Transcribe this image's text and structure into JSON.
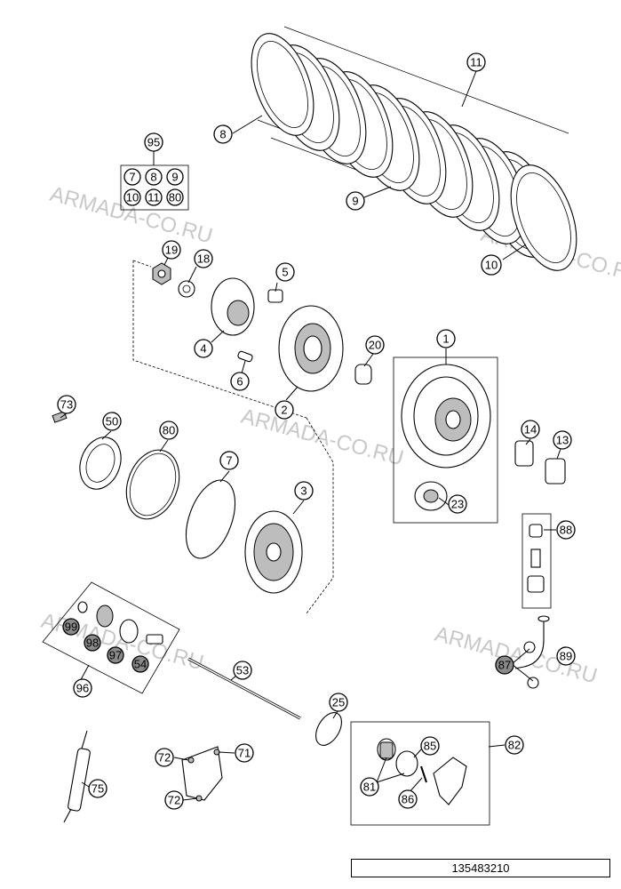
{
  "watermarks": [
    "ARMADA-CO.RU",
    "ARMADA-CO.RU",
    "ARMADA-CO.RU",
    "ARMADA-CO.RU",
    "ARMADA-CO.RU"
  ],
  "callouts": [
    "11",
    "8",
    "9",
    "10",
    "95",
    "19",
    "18",
    "5",
    "4",
    "6",
    "2",
    "20",
    "1",
    "73",
    "50",
    "80",
    "7",
    "3",
    "14",
    "13",
    "23",
    "88",
    "99",
    "98",
    "97",
    "54",
    "96",
    "53",
    "87",
    "89",
    "25",
    "82",
    "85",
    "81",
    "86",
    "72",
    "71",
    "72",
    "75"
  ],
  "kit_items": [
    "7",
    "8",
    "9",
    "10",
    "11",
    "80"
  ],
  "drawing_number": "135483210"
}
